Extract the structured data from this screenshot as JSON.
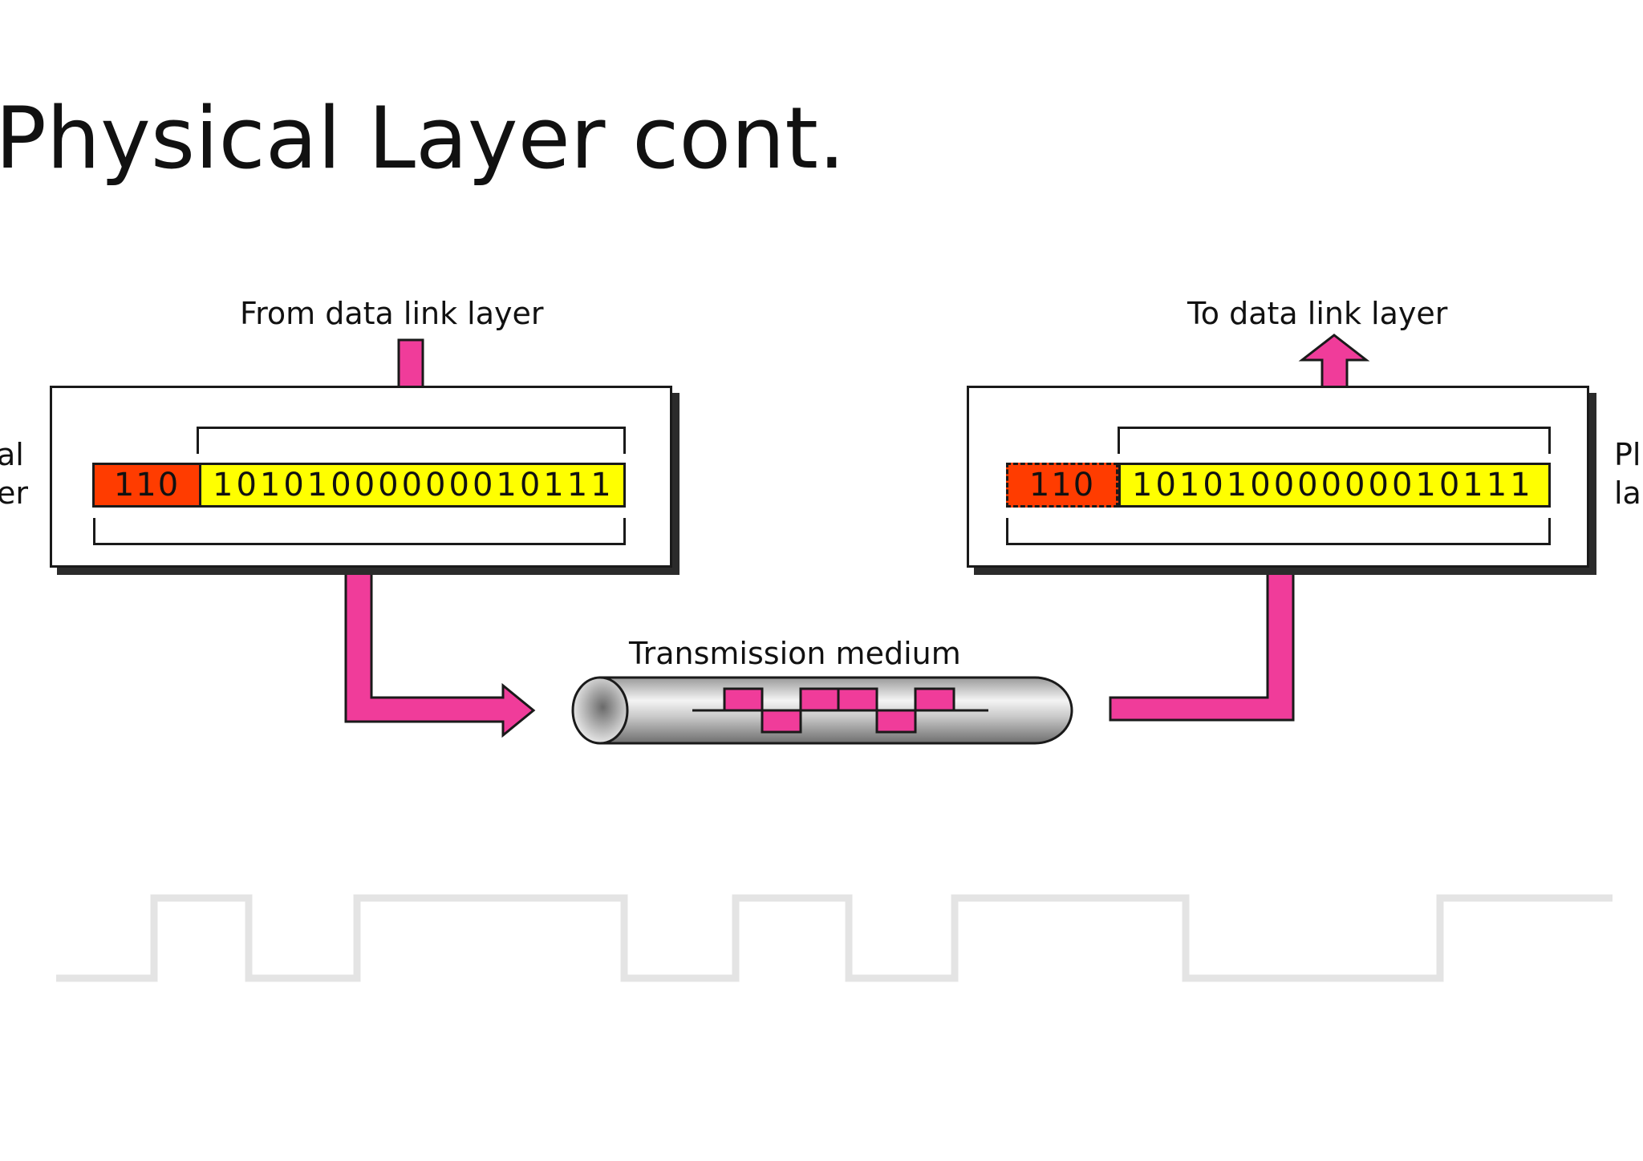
{
  "slide": {
    "title": "Physical Layer cont."
  },
  "diagram": {
    "sender": {
      "top_label": "From data link layer",
      "side_label_line1": "al",
      "side_label_line2": "er",
      "header_bits": "110",
      "payload_bits": "10101000000010111"
    },
    "receiver": {
      "top_label": "To data link layer",
      "side_label_line1": "Pl",
      "side_label_line2": "la",
      "header_bits": "110",
      "payload_bits": "10101000000010111"
    },
    "medium": {
      "label": "Transmission medium"
    },
    "colors": {
      "arrow": "#f03c9a",
      "header": "#ff3c00",
      "payload": "#ffff00",
      "waveform_bg": "#e6e6e6"
    }
  }
}
